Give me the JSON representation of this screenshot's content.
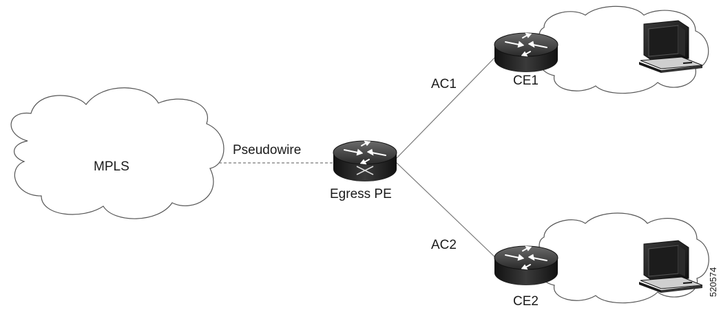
{
  "clouds": {
    "mpls_label": "MPLS"
  },
  "links": {
    "pseudowire_label": "Pseudowire",
    "ac1_label": "AC1",
    "ac2_label": "AC2"
  },
  "nodes": {
    "egress_pe_label": "Egress PE",
    "ce1_label": "CE1",
    "ce2_label": "CE2"
  },
  "figure_id": "520574"
}
